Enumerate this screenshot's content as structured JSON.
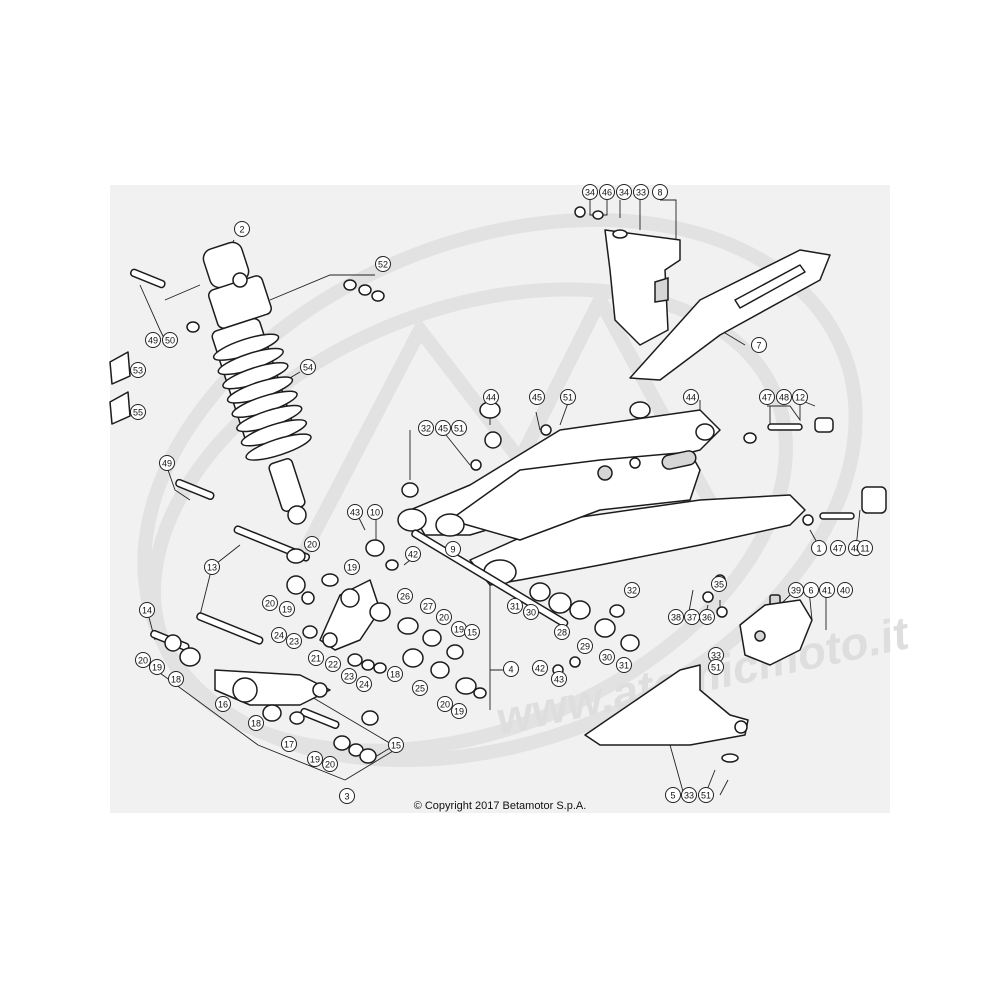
{
  "watermark": {
    "text": "www.atomicmoto.it"
  },
  "copyright": "© Copyright 2017 Betamotor S.p.A.",
  "callouts": [
    {
      "id": "c-34a",
      "label": "34"
    },
    {
      "id": "c-46",
      "label": "46"
    },
    {
      "id": "c-34b",
      "label": "34"
    },
    {
      "id": "c-33a",
      "label": "33"
    },
    {
      "id": "c-8",
      "label": "8"
    },
    {
      "id": "c-2",
      "label": "2"
    },
    {
      "id": "c-52",
      "label": "52"
    },
    {
      "id": "c-7",
      "label": "7"
    },
    {
      "id": "c-49a",
      "label": "49"
    },
    {
      "id": "c-50",
      "label": "50"
    },
    {
      "id": "c-53",
      "label": "53"
    },
    {
      "id": "c-55",
      "label": "55"
    },
    {
      "id": "c-54",
      "label": "54"
    },
    {
      "id": "c-44a",
      "label": "44"
    },
    {
      "id": "c-45a",
      "label": "45"
    },
    {
      "id": "c-51a",
      "label": "51"
    },
    {
      "id": "c-44b",
      "label": "44"
    },
    {
      "id": "c-47a",
      "label": "47"
    },
    {
      "id": "c-48a",
      "label": "48"
    },
    {
      "id": "c-12",
      "label": "12"
    },
    {
      "id": "c-32a",
      "label": "32"
    },
    {
      "id": "c-45b",
      "label": "45"
    },
    {
      "id": "c-51b",
      "label": "51"
    },
    {
      "id": "c-49b",
      "label": "49"
    },
    {
      "id": "c-43a",
      "label": "43"
    },
    {
      "id": "c-10",
      "label": "10"
    },
    {
      "id": "c-9",
      "label": "9"
    },
    {
      "id": "c-42a",
      "label": "42"
    },
    {
      "id": "c-20a",
      "label": "20"
    },
    {
      "id": "c-1",
      "label": "1"
    },
    {
      "id": "c-47b",
      "label": "47"
    },
    {
      "id": "c-48b",
      "label": "48"
    },
    {
      "id": "c-11",
      "label": "11"
    },
    {
      "id": "c-13",
      "label": "13"
    },
    {
      "id": "c-19a",
      "label": "19"
    },
    {
      "id": "c-26",
      "label": "26"
    },
    {
      "id": "c-32b",
      "label": "32"
    },
    {
      "id": "c-35",
      "label": "35"
    },
    {
      "id": "c-39",
      "label": "39"
    },
    {
      "id": "c-6",
      "label": "6"
    },
    {
      "id": "c-41",
      "label": "41"
    },
    {
      "id": "c-40",
      "label": "40"
    },
    {
      "id": "c-20b",
      "label": "20"
    },
    {
      "id": "c-19b",
      "label": "19"
    },
    {
      "id": "c-27",
      "label": "27"
    },
    {
      "id": "c-31a",
      "label": "31"
    },
    {
      "id": "c-30a",
      "label": "30"
    },
    {
      "id": "c-28",
      "label": "28"
    },
    {
      "id": "c-38",
      "label": "38"
    },
    {
      "id": "c-37",
      "label": "37"
    },
    {
      "id": "c-36",
      "label": "36"
    },
    {
      "id": "c-14",
      "label": "14"
    },
    {
      "id": "c-24a",
      "label": "24"
    },
    {
      "id": "c-23a",
      "label": "23"
    },
    {
      "id": "c-20c",
      "label": "20"
    },
    {
      "id": "c-19c",
      "label": "19"
    },
    {
      "id": "c-15a",
      "label": "15"
    },
    {
      "id": "c-29",
      "label": "29"
    },
    {
      "id": "c-33b",
      "label": "33"
    },
    {
      "id": "c-21",
      "label": "21"
    },
    {
      "id": "c-22",
      "label": "22"
    },
    {
      "id": "c-4",
      "label": "4"
    },
    {
      "id": "c-42b",
      "label": "42"
    },
    {
      "id": "c-30b",
      "label": "30"
    },
    {
      "id": "c-31b",
      "label": "31"
    },
    {
      "id": "c-51c",
      "label": "51"
    },
    {
      "id": "c-20d",
      "label": "20"
    },
    {
      "id": "c-19d",
      "label": "19"
    },
    {
      "id": "c-18a",
      "label": "18"
    },
    {
      "id": "c-23b",
      "label": "23"
    },
    {
      "id": "c-24b",
      "label": "24"
    },
    {
      "id": "c-43b",
      "label": "43"
    },
    {
      "id": "c-18b",
      "label": "18"
    },
    {
      "id": "c-25",
      "label": "25"
    },
    {
      "id": "c-16",
      "label": "16"
    },
    {
      "id": "c-20e",
      "label": "20"
    },
    {
      "id": "c-19e",
      "label": "19"
    },
    {
      "id": "c-18c",
      "label": "18"
    },
    {
      "id": "c-17",
      "label": "17"
    },
    {
      "id": "c-15b",
      "label": "15"
    },
    {
      "id": "c-19f",
      "label": "19"
    },
    {
      "id": "c-20f",
      "label": "20"
    },
    {
      "id": "c-3",
      "label": "3"
    },
    {
      "id": "c-5",
      "label": "5"
    },
    {
      "id": "c-33c",
      "label": "33"
    },
    {
      "id": "c-51d",
      "label": "51"
    }
  ]
}
